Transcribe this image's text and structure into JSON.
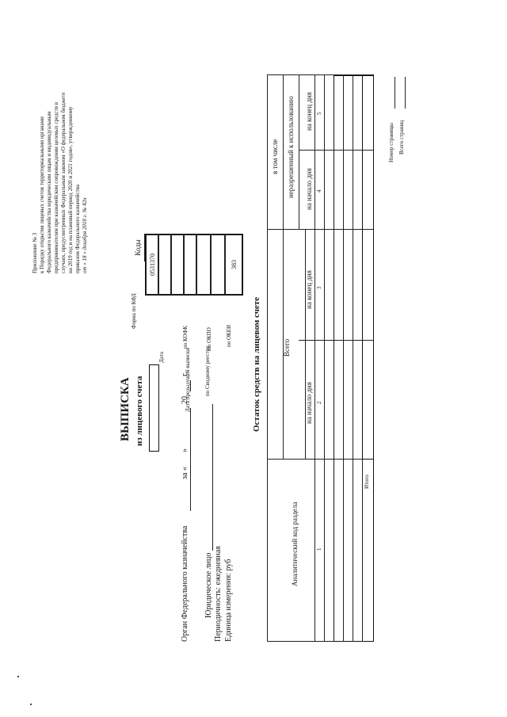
{
  "annex": {
    "lines": [
      "Приложение № 3",
      "к Порядку открытия лицевых счетов территориальными органами",
      "Федерального казначейства юридическим лицам и индивидуальным",
      "предпринимателям при казначейском сопровождении целевых средств в",
      "случаях, предусмотренных Федеральным законом «О федеральном бюджете",
      "на 2019 год и на плановый период 2020 и 2021 годов», утвержденному",
      "приказом Федерального казначейства"
    ],
    "order_line": "от « 18 » декабря 2018 г. № 42н"
  },
  "title": "ВЫПИСКА",
  "subtitle": "из лицевого счета",
  "date_line": {
    "prefix": "за «",
    "quote_close": "»",
    "year": "20",
    "suffix": "г."
  },
  "codes": {
    "header": "Коды",
    "rows": [
      {
        "label": "Форма по КФД",
        "value": "0531370"
      },
      {
        "label": "Дата",
        "value": ""
      },
      {
        "label": "Дата предыдущей выписки",
        "value": ""
      },
      {
        "label": "по КОФК",
        "value": ""
      },
      {
        "label": "по Сводному реестру",
        "value": ""
      },
      {
        "label": "по ОКПО",
        "value": ""
      },
      {
        "label": "по ОКЕИ",
        "value": "383"
      }
    ]
  },
  "fields": {
    "organ": "Орган Федерального казначейства",
    "legal_entity": "Юридическое лицо",
    "periodicity": "Периодичность: ежедневная",
    "unit": "Единица измерения: руб"
  },
  "balance_table": {
    "title": "Остаток средств на лицевом счете",
    "col_code": "Аналитический код раздела",
    "group_total": "Всего",
    "group_incl": "в том числе",
    "group_unauth": "неразрешенный к использованию",
    "col_start": "на начало дня",
    "col_end": "на конец дня",
    "numbers": [
      "1",
      "2",
      "3",
      "4",
      "5"
    ],
    "total_label": "Итого"
  },
  "footer": {
    "page_number": "Номер страницы",
    "total_pages": "Всего страниц"
  }
}
